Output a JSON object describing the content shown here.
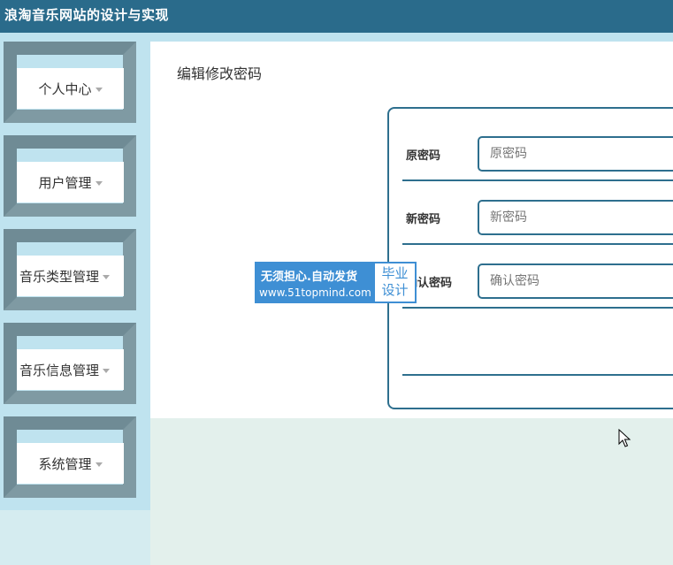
{
  "app": {
    "title": "浪淘音乐网站的设计与实现"
  },
  "sidebar": {
    "items": [
      {
        "label": "个人中心"
      },
      {
        "label": "用户管理"
      },
      {
        "label": "音乐类型管理"
      },
      {
        "label": "音乐信息管理"
      },
      {
        "label": "系统管理"
      }
    ]
  },
  "main": {
    "heading": "编辑修改密码",
    "form": {
      "old_password": {
        "label": "原密码",
        "placeholder": "原密码"
      },
      "new_password": {
        "label": "新密码",
        "placeholder": "新密码"
      },
      "confirm_password": {
        "label": "确认密码",
        "placeholder": "确认密码"
      }
    }
  },
  "watermark": {
    "line1": "无须担心.自动发货",
    "line2": "www.51topmind.com",
    "badge_line1": "毕业",
    "badge_line2": "设计"
  },
  "colors": {
    "header": "#2a6b8b",
    "accent_border": "#2e6f8e",
    "sidebar_bg": "#bfe3ef",
    "watermark": "#3e8fd4"
  }
}
